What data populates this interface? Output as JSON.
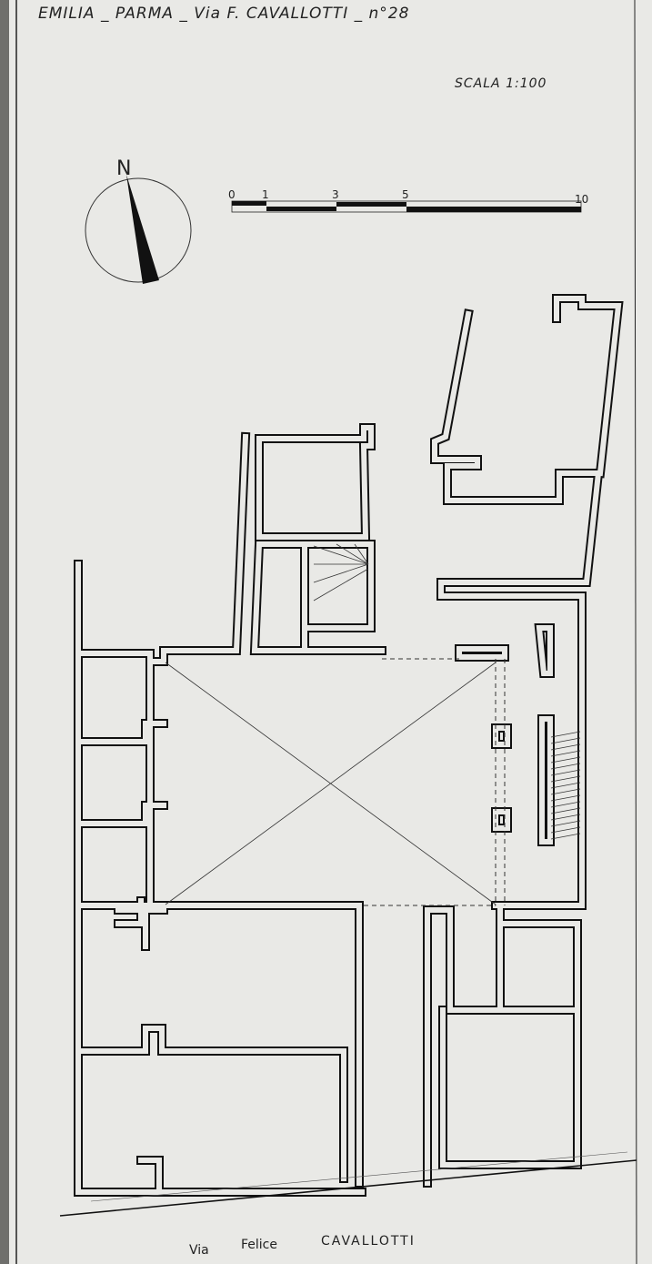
{
  "title": "EMILIA _ PARMA _ Via F. CAVALLOTTI _ n°28",
  "scale_label": "SCALA 1:100",
  "north_label": "N",
  "scale_bar_ticks": [
    "0",
    "1",
    "3",
    "5",
    "10"
  ],
  "street_label": {
    "part1": "Via",
    "part2": "Felice",
    "part3": "CAVALLOTTI"
  },
  "colors": {
    "paper": "#e9e9e6",
    "ink": "#111111"
  }
}
